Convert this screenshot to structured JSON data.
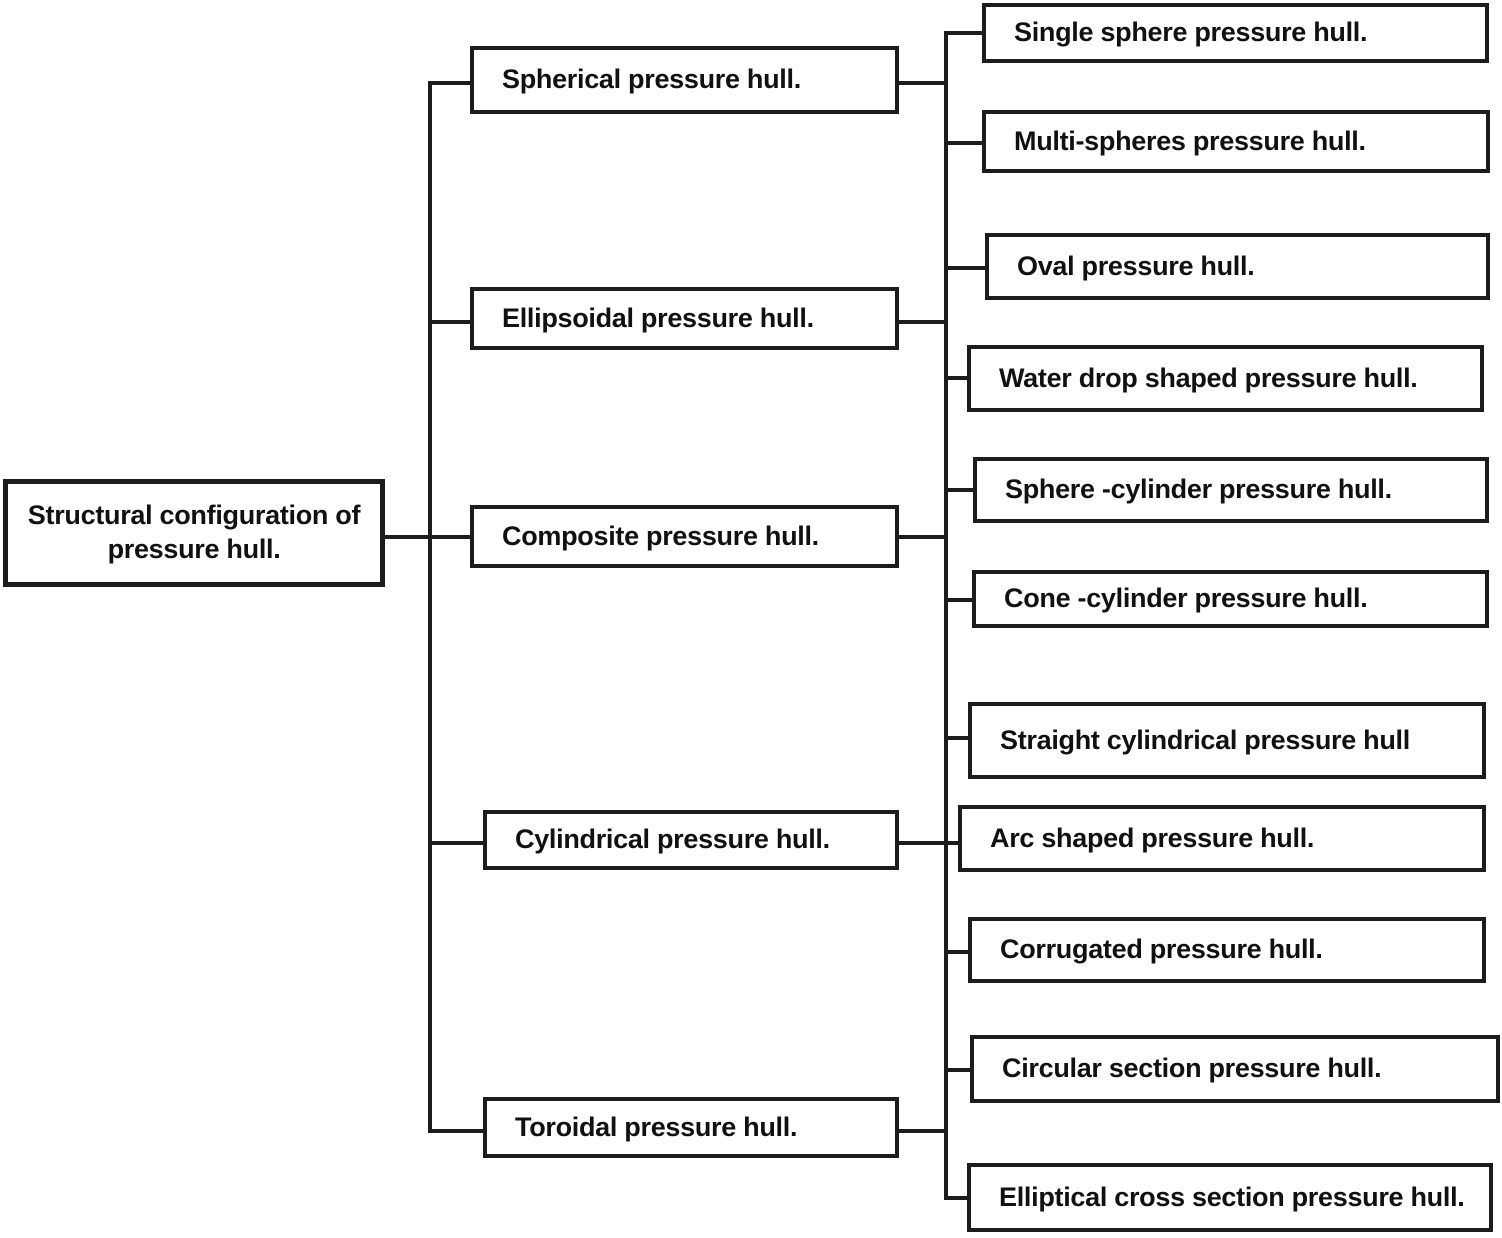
{
  "diagram": {
    "root": {
      "label": "Structural configuration of pressure hull."
    },
    "level1": [
      {
        "label": "Spherical pressure hull."
      },
      {
        "label": "Ellipsoidal pressure hull."
      },
      {
        "label": "Composite pressure hull."
      },
      {
        "label": "Cylindrical pressure hull."
      },
      {
        "label": "Toroidal pressure hull."
      }
    ],
    "level2": [
      {
        "label": "Single sphere pressure hull.",
        "parent": "Spherical pressure hull."
      },
      {
        "label": "Multi-spheres pressure hull.",
        "parent": "Spherical pressure hull."
      },
      {
        "label": "Oval pressure hull.",
        "parent": "Ellipsoidal pressure hull."
      },
      {
        "label": "Water drop shaped pressure hull.",
        "parent": "Ellipsoidal pressure hull."
      },
      {
        "label": "Sphere -cylinder pressure hull.",
        "parent": "Composite pressure hull."
      },
      {
        "label": "Cone -cylinder pressure hull.",
        "parent": "Composite pressure hull."
      },
      {
        "label": "Straight cylindrical pressure hull",
        "parent": "Cylindrical pressure hull."
      },
      {
        "label": "Arc shaped pressure hull.",
        "parent": "Cylindrical pressure hull."
      },
      {
        "label": "Corrugated pressure hull.",
        "parent": "Cylindrical pressure hull."
      },
      {
        "label": "Circular section pressure hull.",
        "parent": "Toroidal pressure hull."
      },
      {
        "label": "Elliptical cross section pressure hull.",
        "parent": "Toroidal pressure hull."
      }
    ],
    "colors": {
      "line": "#1c1c1c",
      "box_border": "#1c1c1c",
      "background": "#ffffff",
      "text": "#111111"
    }
  }
}
